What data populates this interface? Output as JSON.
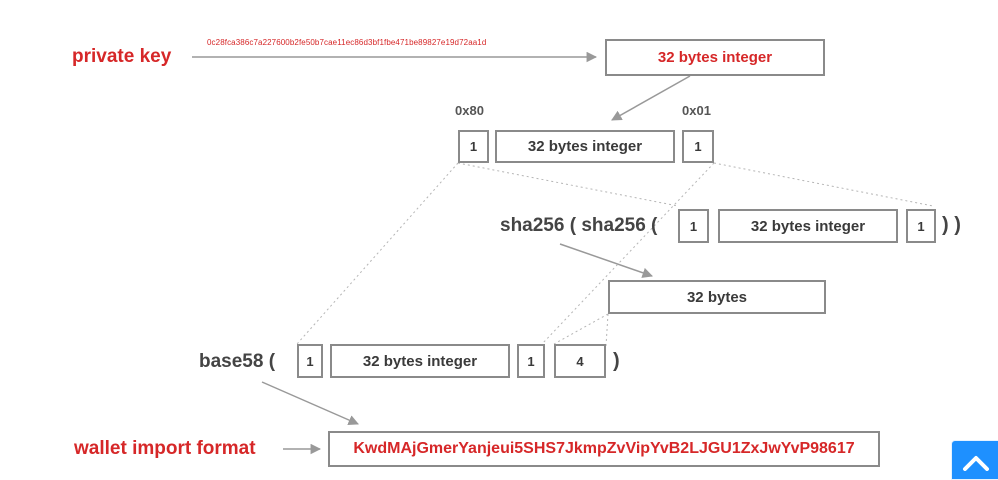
{
  "labels": {
    "private_key": "private key",
    "private_key_hex": "0c28fca386c7a227600b2fe50b7cae11ec86d3bf1fbe471be89827e19d72aa1d",
    "prefix_hex": "0x80",
    "suffix_hex": "0x01",
    "sha256_expr": "sha256 ( sha256 (",
    "close_parens": ") )",
    "base58": "base58 (",
    "base58_close": ")",
    "wallet_import_format": "wallet import format"
  },
  "boxes": {
    "key_integer": "32 bytes integer",
    "row1_prefix": "1",
    "row1_integer": "32 bytes integer",
    "row1_suffix": "1",
    "sha_prefix": "1",
    "sha_integer": "32 bytes integer",
    "sha_suffix": "1",
    "hash_result": "32 bytes",
    "b58_prefix": "1",
    "b58_integer": "32 bytes integer",
    "b58_suffix": "1",
    "b58_checksum": "4",
    "wif_value": "KwdMAjGmerYanjeui5SHS7JkmpZvVipYvB2LJGU1ZxJwYvP98617"
  },
  "colors": {
    "accent_red": "#d62728",
    "box_border": "#8a8a8a",
    "arrow": "#999999",
    "button_blue": "#1e90ff"
  },
  "icons": {
    "scroll_top": "chevron-up-icon"
  }
}
